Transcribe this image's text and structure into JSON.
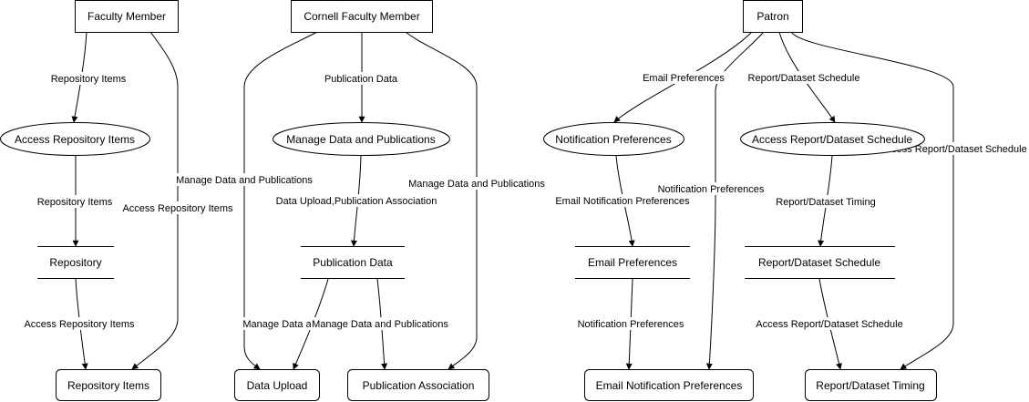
{
  "diagram": {
    "entities": {
      "faculty_member": "Faculty Member",
      "cornell_faculty_member": "Cornell Faculty Member",
      "patron": "Patron"
    },
    "processes": {
      "access_repository_items": "Access Repository Items",
      "manage_data_publications": "Manage Data and Publications",
      "notification_preferences": "Notification Preferences",
      "access_report_schedule": "Access Report/Dataset Schedule"
    },
    "stores": {
      "repository": "Repository",
      "publication_data": "Publication Data",
      "email_preferences": "Email Preferences",
      "report_schedule": "Report/Dataset Schedule"
    },
    "outputs": {
      "repository_items": "Repository Items",
      "data_upload": "Data Upload",
      "publication_association": "Publication Association",
      "email_notification_preferences": "Email Notification Preferences",
      "report_timing": "Report/Dataset Timing"
    },
    "edge_labels": {
      "fm_to_ari": "Repository Items",
      "ari_to_repo": "Repository Items",
      "repo_to_items": "Access Repository Items",
      "fm_to_items": "Access Repository Items",
      "fm_to_upload": "Manage Data and Publications",
      "cfm_to_mdp": "Publication Data",
      "mdp_to_pubdata": "Data Upload,Publication Association",
      "pubdata_to_upload": "Manage Data a",
      "pubdata_to_assoc": "Manage Data and Publications",
      "cfm_to_assoc": "Manage Data and Publications",
      "patron_to_np": "Email Preferences",
      "np_to_emailpref": "Email Notification Preferences",
      "emailpref_to_enp": "Notification Preferences",
      "patron_to_enp": "Notification Preferences",
      "patron_to_ars": "Report/Dataset Schedule",
      "ars_to_schedule": "Report/Dataset Timing",
      "schedule_to_timing": "Access Report/Dataset Schedule",
      "patron_to_timing": "Access Report/Dataset Schedule"
    }
  }
}
